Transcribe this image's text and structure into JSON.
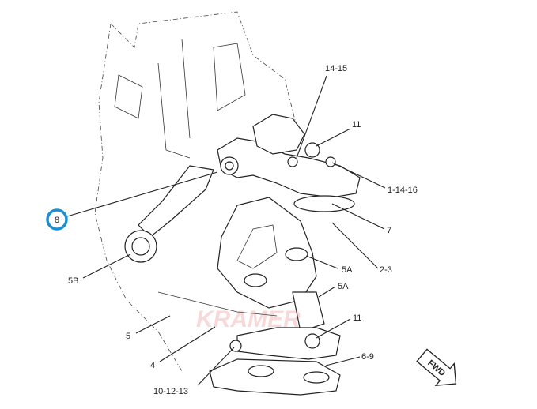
{
  "callouts": {
    "c1": "14-15",
    "c2": "11",
    "c3": "1-14-16",
    "c4": "7",
    "c5": "2-3",
    "c6": "5A",
    "c7": "5A",
    "c8": "11",
    "c9": "6-9",
    "c10": "5B",
    "c11": "5",
    "c12": "4",
    "c13": "10-12-13"
  },
  "highlighted_callout": "8",
  "highlight_color": "#1a8fd1",
  "watermark": "KRAMER",
  "direction_arrow": "FWD"
}
